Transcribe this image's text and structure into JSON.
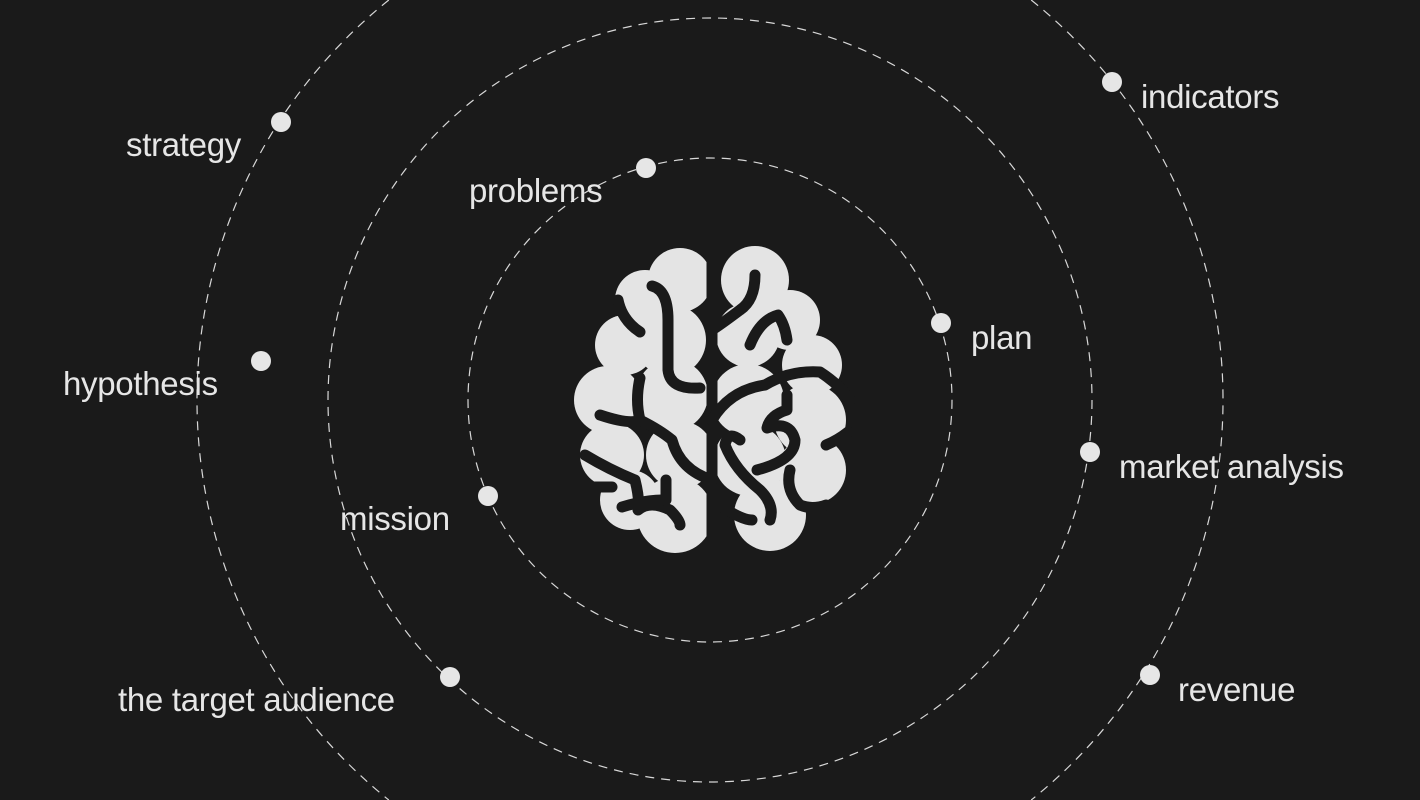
{
  "center_icon": "brain-icon",
  "colors": {
    "background": "#1a1a1a",
    "foreground": "#e6e6e6"
  },
  "labels": {
    "strategy": "strategy",
    "problems": "problems",
    "indicators": "indicators",
    "plan": "plan",
    "hypothesis": "hypothesis",
    "market_analysis": "market analysis",
    "mission": "mission",
    "target_audience": "the target audience",
    "revenue": "revenue"
  }
}
